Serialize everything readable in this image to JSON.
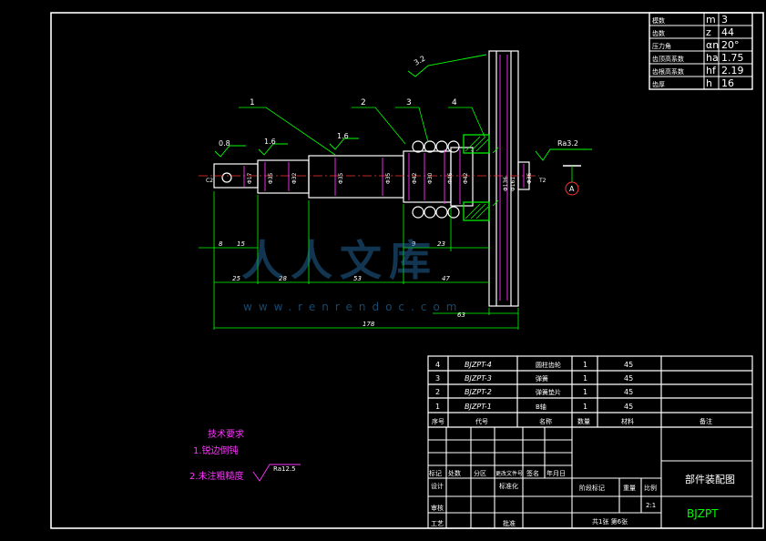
{
  "gear_params": [
    {
      "name": "模数",
      "symbol": "m",
      "value": "3"
    },
    {
      "name": "齿数",
      "symbol": "z",
      "value": "44"
    },
    {
      "name": "压力角",
      "symbol": "αn",
      "value": "20°"
    },
    {
      "name": "齿顶高系数",
      "symbol": "ha",
      "value": "1.75"
    },
    {
      "name": "齿根高系数",
      "symbol": "hf",
      "value": "2.19"
    },
    {
      "name": "齿厚",
      "symbol": "h",
      "value": "16"
    }
  ],
  "balloons": [
    "1",
    "2",
    "3",
    "4"
  ],
  "roughness": {
    "r32": "3.2",
    "r08": "0.8",
    "r16a": "1.6",
    "r16b": "1.6",
    "ra32": "Ra3.2"
  },
  "datum": "A",
  "dimensions": {
    "horizontal": [
      "8",
      "15",
      "25",
      "28",
      "53",
      "9",
      "23",
      "47",
      "63",
      "178"
    ],
    "vertical": [
      "Φ17",
      "Φ35",
      "Φ32",
      "Φ35",
      "Φ35",
      "Φ42",
      "Φ30",
      "Φ46",
      "Φ42",
      "Φ136",
      "Φ161",
      "Φ36"
    ],
    "left_note": "C2",
    "right_note": "T2"
  },
  "bom": {
    "rows": [
      {
        "no": "4",
        "code": "BJZPT-4",
        "name": "圆柱齿轮",
        "qty": "1",
        "material": "45",
        "note": ""
      },
      {
        "no": "3",
        "code": "BJZPT-3",
        "name": "弹簧",
        "qty": "1",
        "material": "45",
        "note": ""
      },
      {
        "no": "2",
        "code": "BJZPT-2",
        "name": "弹簧垫片",
        "qty": "1",
        "material": "45",
        "note": ""
      },
      {
        "no": "1",
        "code": "BJZPT-1",
        "name": "B轴",
        "qty": "1",
        "material": "45",
        "note": ""
      }
    ],
    "header": {
      "no": "序号",
      "code": "代号",
      "name": "名称",
      "qty": "数量",
      "material": "材料",
      "note": "备注"
    }
  },
  "tech_req": {
    "title": "技术要求",
    "items": [
      "1.锐边倒钝",
      "2.未注粗糙度"
    ],
    "roughness": "Ra12.5"
  },
  "title_block": {
    "drawing_title": "部件装配图",
    "drawing_code": "BJZPT",
    "stage_label": "阶段标记",
    "weight_label": "重量",
    "scale_label": "比例",
    "scale_value": "2:1",
    "sheets": "共1张 第6张",
    "rev_labels": [
      "标记",
      "处数",
      "分区",
      "更改文件号",
      "签名",
      "年月日"
    ],
    "role_labels": {
      "design": "设计",
      "standard": "标准化",
      "review": "审核",
      "process": "工艺",
      "approve": "批准"
    }
  },
  "watermark": {
    "title": "人人文库",
    "url": "www.renrendoc.com"
  }
}
